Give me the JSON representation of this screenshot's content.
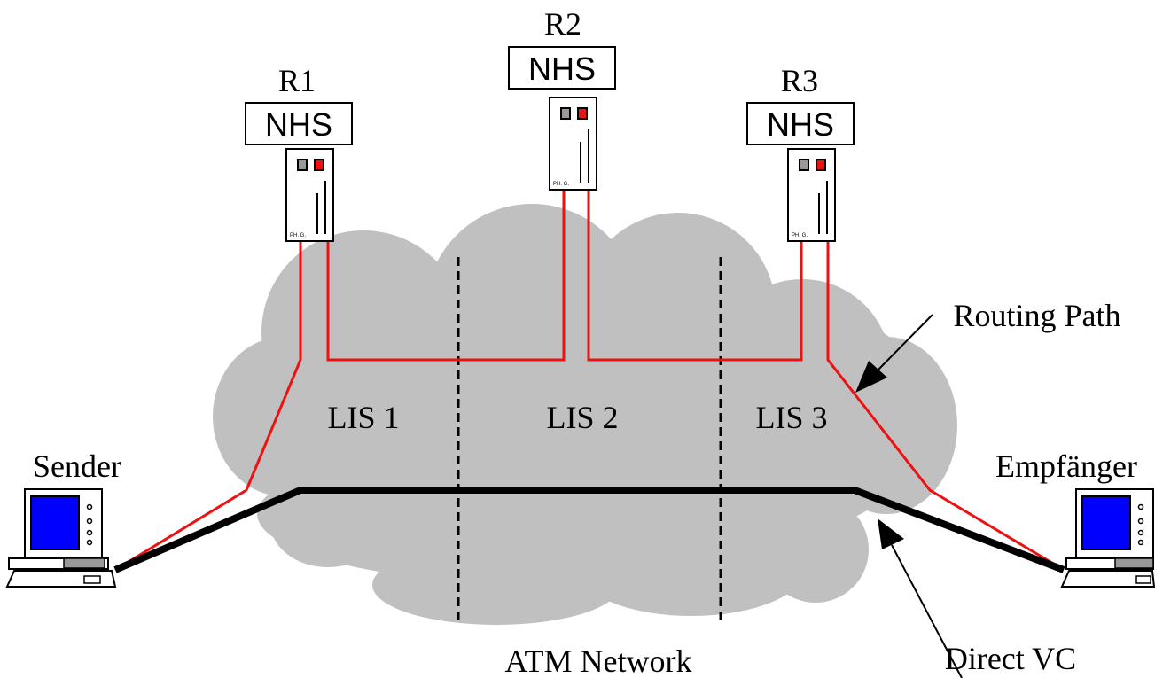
{
  "routers": [
    {
      "name": "R1",
      "server": "NHS"
    },
    {
      "name": "R2",
      "server": "NHS"
    },
    {
      "name": "R3",
      "server": "NHS"
    }
  ],
  "subnets": [
    "LIS 1",
    "LIS 2",
    "LIS 3"
  ],
  "network_label": "ATM Network",
  "sender_label": "Sender",
  "receiver_label": "Empfänger",
  "routing_path_label": "Routing Path",
  "direct_vc_label": "Direct VC",
  "server_badge_text": "PH. G.",
  "colors": {
    "cloud": "#c0c0c0",
    "routing_path": "#ee1111",
    "direct_vc": "#000000",
    "screen": "#0000ff",
    "led_red": "#ee1111",
    "led_gray": "#999999"
  }
}
